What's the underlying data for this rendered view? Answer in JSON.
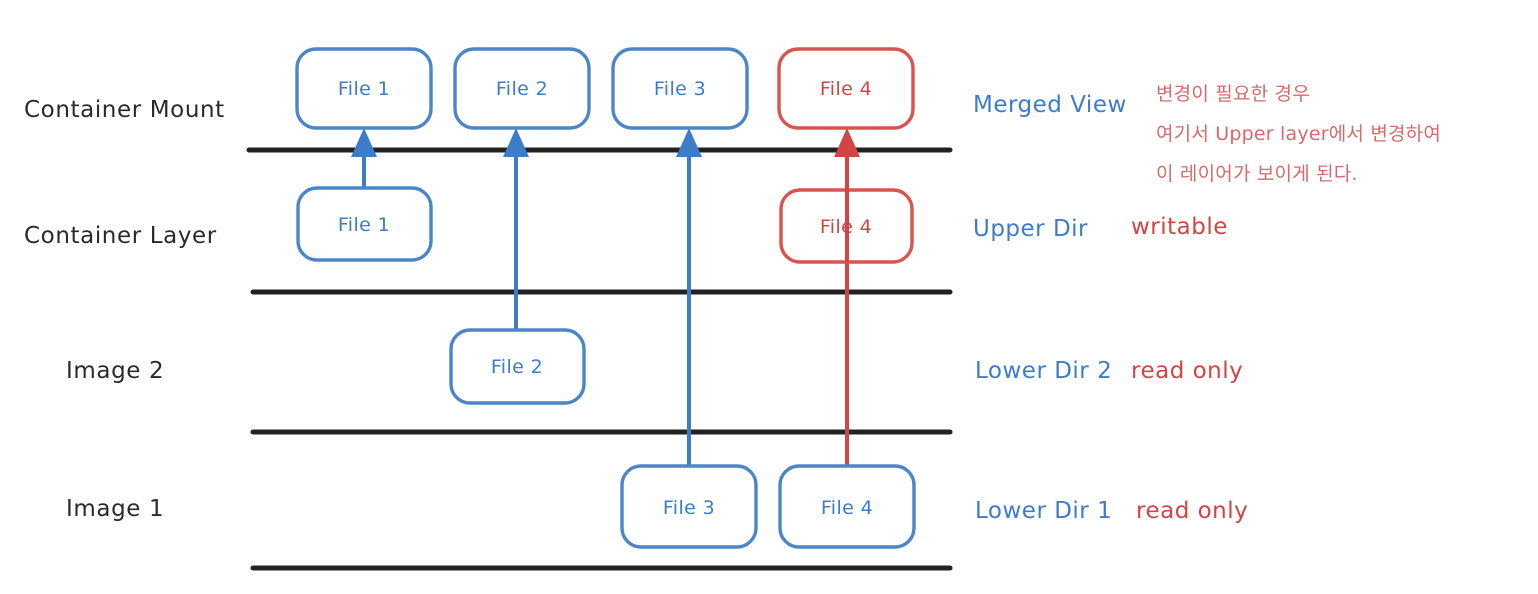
{
  "diagram": {
    "title": "Docker OverlayFS layered filesystem diagram",
    "colors": {
      "blue": "#3d7cc9",
      "red": "#d14545",
      "line": "#222222",
      "background": "#ffffff"
    },
    "rows": [
      {
        "id": "container-mount",
        "label": "Container Mount",
        "right_label": "Merged View",
        "right_mode": "",
        "boxes": [
          {
            "label": "File 1",
            "color": "blue"
          },
          {
            "label": "File 2",
            "color": "blue"
          },
          {
            "label": "File 3",
            "color": "blue"
          },
          {
            "label": "File 4",
            "color": "red"
          }
        ]
      },
      {
        "id": "container-layer",
        "label": "Container Layer",
        "right_label": "Upper Dir",
        "right_mode": "writable",
        "boxes": [
          {
            "label": "File 1",
            "color": "blue"
          },
          {
            "label": "File 4",
            "color": "red"
          }
        ]
      },
      {
        "id": "image-2",
        "label": "Image 2",
        "right_label": "Lower Dir 2",
        "right_mode": "read only",
        "boxes": [
          {
            "label": "File 2",
            "color": "blue"
          }
        ]
      },
      {
        "id": "image-1",
        "label": "Image 1",
        "right_label": "Lower Dir 1",
        "right_mode": "read only",
        "boxes": [
          {
            "label": "File 3",
            "color": "blue"
          },
          {
            "label": "File 4",
            "color": "blue"
          }
        ]
      }
    ],
    "note": {
      "line1": "변경이 필요한 경우",
      "line2": "여기서 Upper layer에서 변경하여",
      "line3": "이 레이어가 보이게 된다."
    },
    "box_labels": {
      "mount_file1": "File 1",
      "mount_file2": "File 2",
      "mount_file3": "File 3",
      "mount_file4": "File 4",
      "layer_file1": "File 1",
      "layer_file4": "File 4",
      "img2_file2": "File 2",
      "img1_file3": "File 3",
      "img1_file4": "File 4"
    },
    "row_labels": {
      "container_mount": "Container Mount",
      "container_layer": "Container Layer",
      "image_2": "Image 2",
      "image_1": "Image 1"
    },
    "right_labels": {
      "merged_view": "Merged View",
      "upper_dir": "Upper Dir",
      "writable": "writable",
      "lower_dir_2": "Lower Dir 2",
      "read_only_2": "read only",
      "lower_dir_1": "Lower Dir 1",
      "read_only_1": "read only"
    }
  }
}
